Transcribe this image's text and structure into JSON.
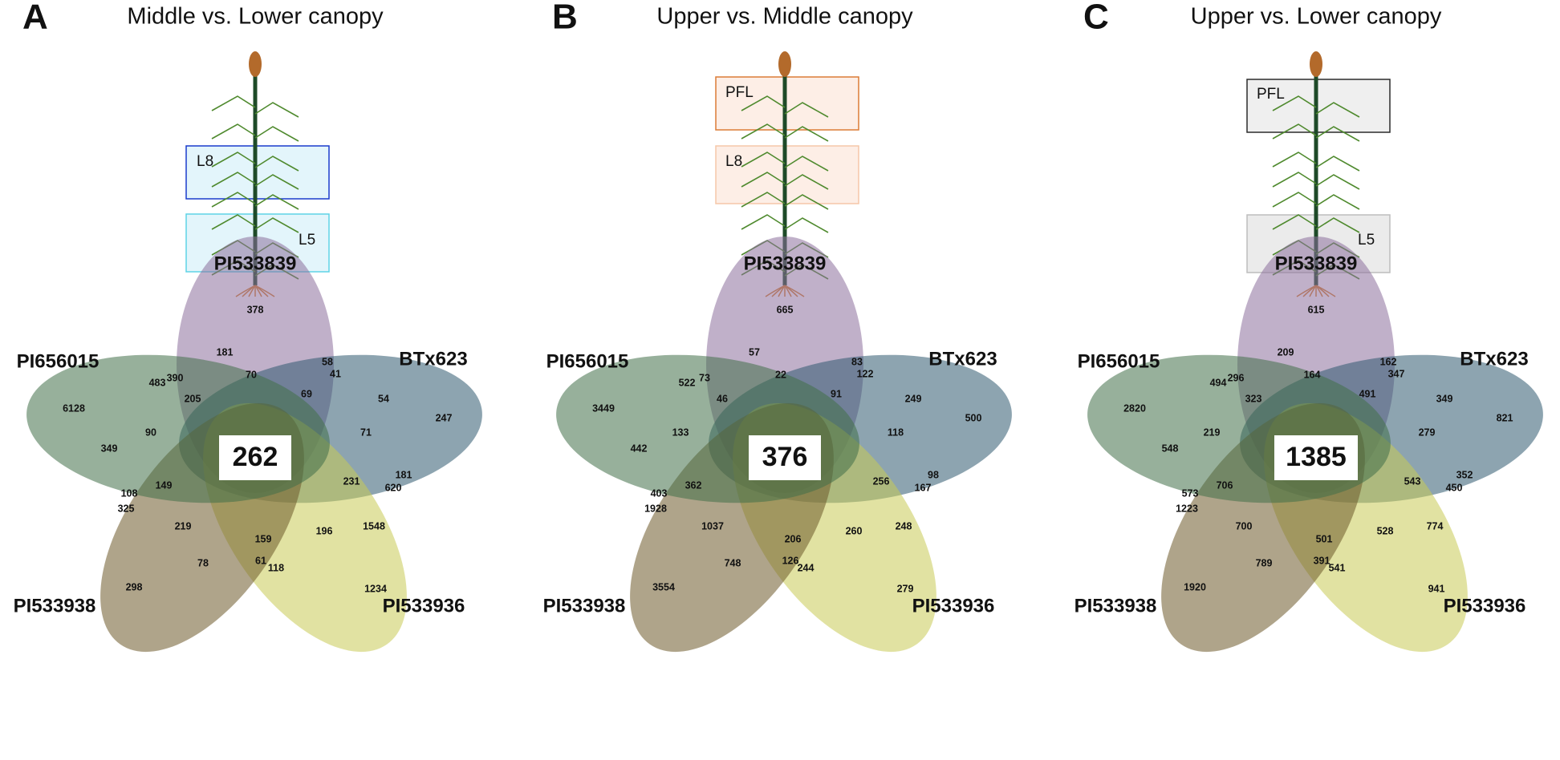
{
  "colors": {
    "PI533839": "#8c6f9c",
    "BTx623": "#2f5a70",
    "PI533936": "#c9cb55",
    "PI533938": "#6d5a2a",
    "PI656015": "#416f48",
    "stem": "#1e4a28",
    "leaf": "#4f8a2e",
    "panicle": "#b36a2b",
    "roots": "#d9822b"
  },
  "panels": [
    {
      "letter": "A",
      "title": "Middle vs. Lower canopy",
      "boxes": [
        {
          "label": "L8",
          "fill": "#e3f5fb",
          "stroke": "#1a3bcc"
        },
        {
          "label": "L5",
          "fill": "#e3f5fb",
          "stroke": "#5ed3e6"
        }
      ],
      "sets": {
        "top": "PI533839",
        "right": "BTx623",
        "bottom_right": "PI533936",
        "bottom_left": "PI533938",
        "left": "PI656015"
      },
      "core": "262",
      "numbers": [
        "378",
        "181",
        "390",
        "483",
        "70",
        "58",
        "41",
        "6128",
        "205",
        "69",
        "54",
        "247",
        "90",
        "71",
        "349",
        "108",
        "149",
        "231",
        "181",
        "620",
        "325",
        "219",
        "159",
        "196",
        "1548",
        "78",
        "61",
        "118",
        "298",
        "1234"
      ]
    },
    {
      "letter": "B",
      "title": "Upper vs. Middle canopy",
      "boxes": [
        {
          "label": "PFL",
          "fill": "#fdeee6",
          "stroke": "#dc7b36"
        },
        {
          "label": "L8",
          "fill": "#fdeee6",
          "stroke": "#f5c7a8"
        }
      ],
      "sets": {
        "top": "PI533839",
        "right": "BTx623",
        "bottom_right": "PI533936",
        "bottom_left": "PI533938",
        "left": "PI656015"
      },
      "core": "376",
      "numbers": [
        "665",
        "57",
        "73",
        "522",
        "22",
        "83",
        "122",
        "3449",
        "46",
        "91",
        "249",
        "500",
        "133",
        "118",
        "442",
        "403",
        "362",
        "256",
        "98",
        "167",
        "1928",
        "1037",
        "206",
        "260",
        "248",
        "748",
        "126",
        "244",
        "3554",
        "279"
      ]
    },
    {
      "letter": "C",
      "title": "Upper vs. Lower canopy",
      "boxes": [
        {
          "label": "PFL",
          "fill": "#efefef",
          "stroke": "#2b2b2b"
        },
        {
          "label": "L5",
          "fill": "#ebebeb",
          "stroke": "#bdbdbd"
        }
      ],
      "sets": {
        "top": "PI533839",
        "right": "BTx623",
        "bottom_right": "PI533936",
        "bottom_left": "PI533938",
        "left": "PI656015"
      },
      "core": "1385",
      "numbers": [
        "615",
        "209",
        "296",
        "494",
        "164",
        "162",
        "347",
        "2820",
        "323",
        "491",
        "349",
        "821",
        "219",
        "279",
        "548",
        "573",
        "706",
        "543",
        "352",
        "450",
        "1223",
        "700",
        "501",
        "528",
        "774",
        "789",
        "391",
        "541",
        "1920",
        "941"
      ]
    }
  ]
}
